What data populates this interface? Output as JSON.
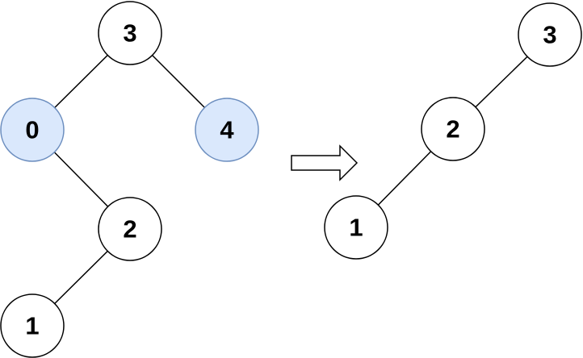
{
  "colors": {
    "edge": "#000000",
    "node_fill": "#ffffff",
    "highlight_fill": "#dae8fc",
    "highlight_stroke": "#6c8ebf",
    "arrow_stroke": "#000000",
    "arrow_fill": "#ffffff"
  },
  "before_tree": {
    "nodes": [
      {
        "id": "b3",
        "label": "3",
        "highlighted": false
      },
      {
        "id": "b0",
        "label": "0",
        "highlighted": true
      },
      {
        "id": "b4",
        "label": "4",
        "highlighted": true
      },
      {
        "id": "b2",
        "label": "2",
        "highlighted": false
      },
      {
        "id": "b1",
        "label": "1",
        "highlighted": false
      }
    ],
    "edges": [
      [
        "b3",
        "b0"
      ],
      [
        "b3",
        "b4"
      ],
      [
        "b0",
        "b2"
      ],
      [
        "b2",
        "b1"
      ]
    ]
  },
  "after_tree": {
    "nodes": [
      {
        "id": "a3",
        "label": "3",
        "highlighted": false
      },
      {
        "id": "a2",
        "label": "2",
        "highlighted": false
      },
      {
        "id": "a1",
        "label": "1",
        "highlighted": false
      }
    ],
    "edges": [
      [
        "a3",
        "a2"
      ],
      [
        "a2",
        "a1"
      ]
    ]
  },
  "transition_arrow": {
    "icon": "right-arrow-icon"
  }
}
